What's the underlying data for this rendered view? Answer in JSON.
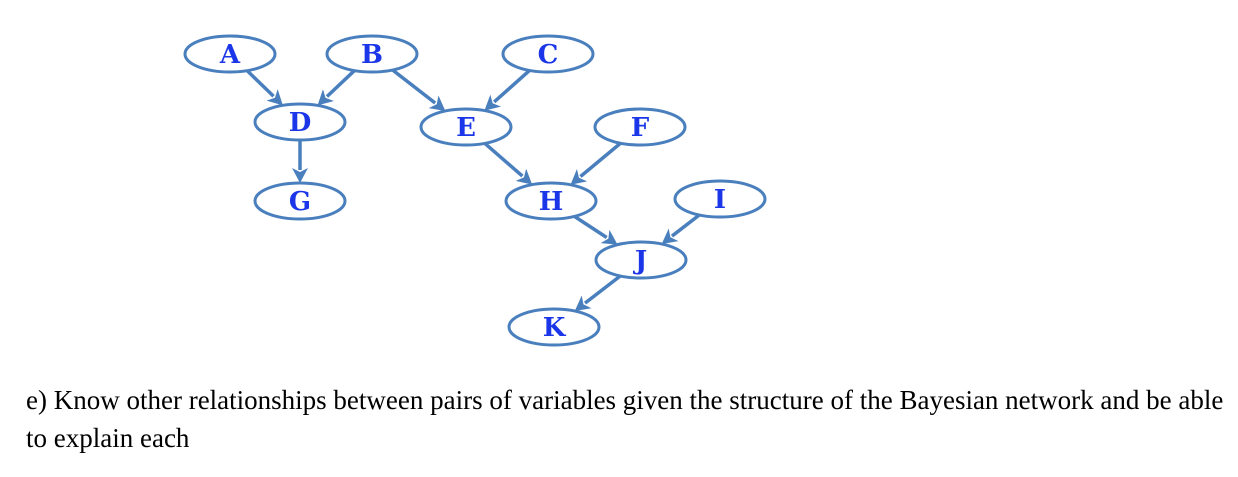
{
  "diagram": {
    "nodes": [
      {
        "id": "A",
        "label": "A"
      },
      {
        "id": "B",
        "label": "B"
      },
      {
        "id": "C",
        "label": "C"
      },
      {
        "id": "D",
        "label": "D"
      },
      {
        "id": "E",
        "label": "E"
      },
      {
        "id": "F",
        "label": "F"
      },
      {
        "id": "G",
        "label": "G"
      },
      {
        "id": "H",
        "label": "H"
      },
      {
        "id": "I",
        "label": "I"
      },
      {
        "id": "J",
        "label": "J"
      },
      {
        "id": "K",
        "label": "K"
      }
    ],
    "edges": [
      {
        "from": "A",
        "to": "D"
      },
      {
        "from": "B",
        "to": "D"
      },
      {
        "from": "B",
        "to": "E"
      },
      {
        "from": "C",
        "to": "E"
      },
      {
        "from": "D",
        "to": "G"
      },
      {
        "from": "E",
        "to": "H"
      },
      {
        "from": "F",
        "to": "H"
      },
      {
        "from": "H",
        "to": "J"
      },
      {
        "from": "I",
        "to": "J"
      },
      {
        "from": "J",
        "to": "K"
      }
    ],
    "colors": {
      "node_stroke": "#4a7fbe",
      "edge": "#4a7fbe",
      "label": "#1b36e8"
    }
  },
  "caption": "e) Know other relationships between pairs of variables given the structure of the Bayesian network and be able to explain each"
}
